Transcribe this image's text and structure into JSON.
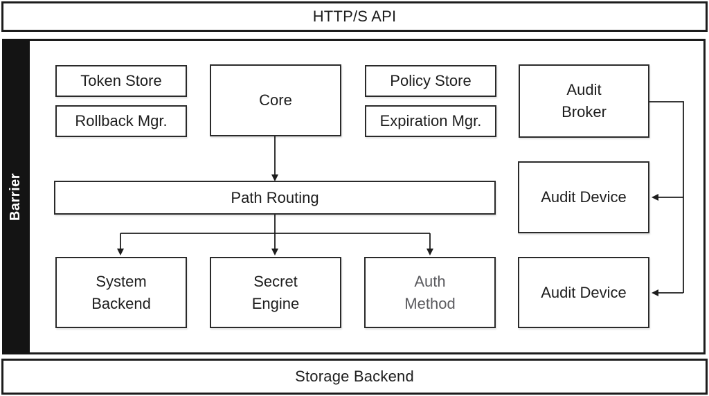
{
  "title_bars": {
    "http_api": "HTTP/S API",
    "storage_backend": "Storage Backend"
  },
  "barrier": {
    "label": "Barrier"
  },
  "components": {
    "token_store": "Token Store",
    "rollback_mgr": "Rollback Mgr.",
    "core": "Core",
    "policy_store": "Policy Store",
    "expiration_mgr": "Expiration Mgr.",
    "audit_broker": "Audit Broker",
    "path_routing": "Path Routing",
    "audit_device_top": "Audit Device",
    "audit_device_bottom": "Audit Device",
    "system_backend": "System Backend",
    "secret_engine": "Secret Engine",
    "auth_method": "Auth Method"
  },
  "connections": [
    {
      "from": "core",
      "to": "path_routing",
      "arrow": "down"
    },
    {
      "from": "path_routing",
      "to": "system_backend",
      "arrow": "down"
    },
    {
      "from": "path_routing",
      "to": "secret_engine",
      "arrow": "down"
    },
    {
      "from": "path_routing",
      "to": "auth_method",
      "arrow": "down"
    },
    {
      "from": "audit_broker",
      "to": "audit_device_top",
      "arrow": "left"
    },
    {
      "from": "audit_broker",
      "to": "audit_device_bottom",
      "arrow": "left"
    }
  ],
  "colors": {
    "border": "#1c1c1c",
    "inner_border": "#2a2a2a",
    "text": "#1d1d1d",
    "muted_text": "#5b5b5f",
    "barrier_bg": "#141414",
    "barrier_text": "#ffffff",
    "background": "#ffffff",
    "connector": "#1d1d1d"
  }
}
